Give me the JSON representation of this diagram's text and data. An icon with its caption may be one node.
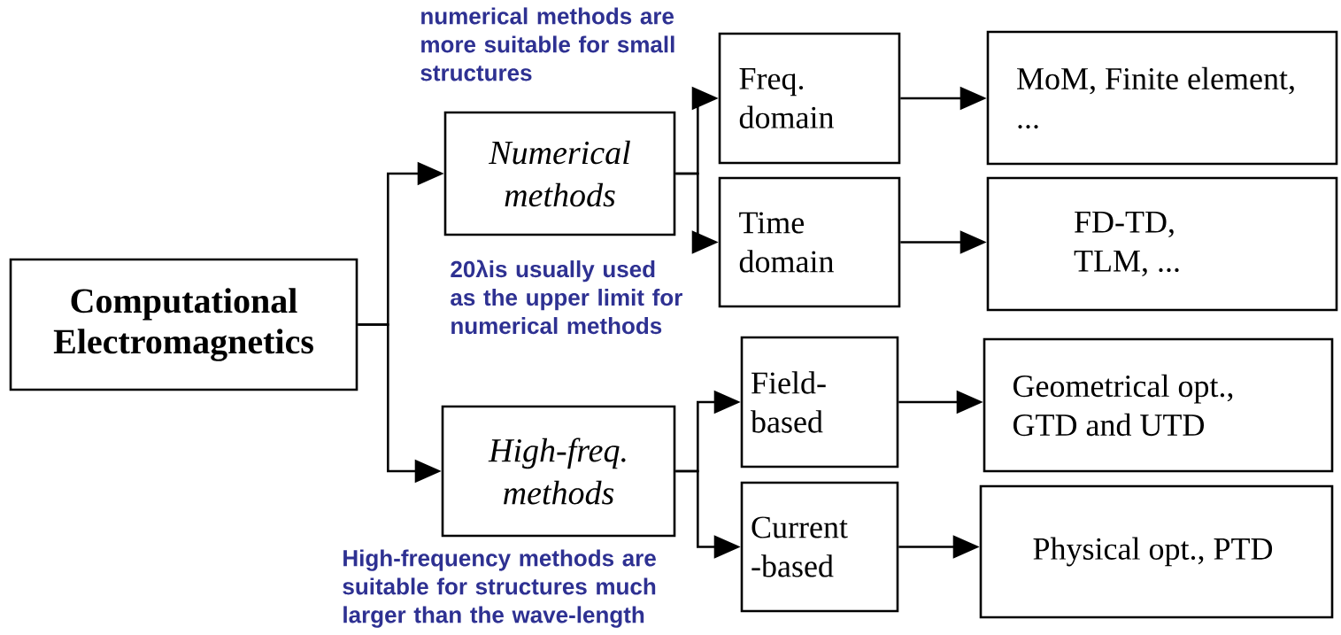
{
  "diagram": {
    "nodes": [
      {
        "text": [
          "Computational Electromagnetics"
        ]
      },
      {
        "text": [
          "Numerical methods"
        ]
      },
      {
        "text": [
          "High-freq. methods"
        ]
      },
      {
        "text": [
          "Freq. domain"
        ]
      },
      {
        "text": [
          "MoM, Finite element, ..."
        ]
      },
      {
        "text": [
          "Time domain"
        ]
      },
      {
        "text": [
          "FD-TD, TLM, ..."
        ]
      },
      {
        "text": [
          "Field- based"
        ]
      },
      {
        "text": [
          "Geometrical opt., GTD and UTD"
        ]
      },
      {
        "text": [
          "Current -based"
        ]
      },
      {
        "text": [
          "Physical opt., PTD"
        ]
      }
    ],
    "edges": [
      {
        "from": 0,
        "to": 1,
        "arrow": "to"
      },
      {
        "from": 0,
        "to": 2,
        "arrow": "to"
      },
      {
        "from": 1,
        "to": 3,
        "arrow": "to"
      },
      {
        "from": 1,
        "to": 5,
        "arrow": "to"
      },
      {
        "from": 2,
        "to": 7,
        "arrow": "to"
      },
      {
        "from": 2,
        "to": 9,
        "arrow": "to"
      },
      {
        "from": 3,
        "to": 4,
        "arrow": "to"
      },
      {
        "from": 5,
        "to": 6,
        "arrow": "to"
      },
      {
        "from": 7,
        "to": 8,
        "arrow": "to"
      },
      {
        "from": 9,
        "to": 10,
        "arrow": "to"
      }
    ],
    "labels": [
      "numerical methods are more suitable for small structures",
      "20λis usually used as the upper limit for numerical methods",
      "High-frequency methods are suitable for structures much larger than the wave-length"
    ]
  }
}
